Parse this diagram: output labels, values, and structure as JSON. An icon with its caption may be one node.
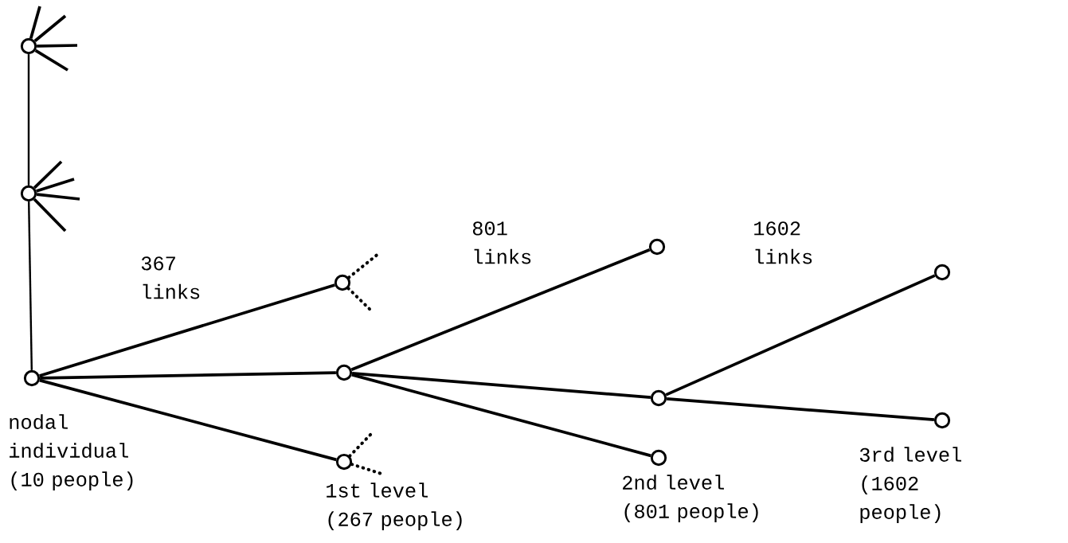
{
  "diagram": {
    "nodes": [
      {
        "text": [],
        "shape": "circle"
      },
      {
        "text": [],
        "shape": "circle"
      },
      {
        "text": [],
        "shape": "circle",
        "beside": [
          "nodal individual (10 people)"
        ]
      },
      {
        "text": [],
        "shape": "circle"
      },
      {
        "text": [],
        "shape": "circle"
      },
      {
        "text": [],
        "shape": "circle",
        "beside": [
          "1st level (267 people)"
        ]
      },
      {
        "text": [],
        "shape": "circle"
      },
      {
        "text": [],
        "shape": "circle"
      },
      {
        "text": [],
        "shape": "circle",
        "beside": [
          "2nd level (801 people)"
        ]
      },
      {
        "text": [],
        "shape": "circle"
      },
      {
        "text": [],
        "shape": "circle",
        "beside": [
          "3rd level (1602 people)"
        ]
      }
    ],
    "edges": [
      {
        "from": 2,
        "to": 1,
        "arrow": "none"
      },
      {
        "from": 1,
        "to": 0,
        "arrow": "none"
      },
      {
        "from": 2,
        "to": 3,
        "arrow": "none"
      },
      {
        "from": 2,
        "to": 4,
        "arrow": "none"
      },
      {
        "from": 2,
        "to": 5,
        "arrow": "none"
      },
      {
        "from": 4,
        "to": 6,
        "arrow": "none"
      },
      {
        "from": 4,
        "to": 7,
        "arrow": "none"
      },
      {
        "from": 4,
        "to": 8,
        "arrow": "none"
      },
      {
        "from": 7,
        "to": 9,
        "arrow": "none"
      },
      {
        "from": 7,
        "to": 10,
        "arrow": "none"
      },
      {
        "from": 0,
        "to": null,
        "arrow": "none"
      },
      {
        "from": 0,
        "to": null,
        "arrow": "none"
      },
      {
        "from": 0,
        "to": null,
        "arrow": "none"
      },
      {
        "from": 0,
        "to": null,
        "arrow": "none"
      },
      {
        "from": 1,
        "to": null,
        "arrow": "none"
      },
      {
        "from": 1,
        "to": null,
        "arrow": "none"
      },
      {
        "from": 1,
        "to": null,
        "arrow": "none"
      },
      {
        "from": 1,
        "to": null,
        "arrow": "none"
      },
      {
        "from": 3,
        "to": null,
        "arrow": "none",
        "style": "dashed"
      },
      {
        "from": 3,
        "to": null,
        "arrow": "none",
        "style": "dashed"
      },
      {
        "from": 5,
        "to": null,
        "arrow": "none",
        "style": "dashed"
      },
      {
        "from": 5,
        "to": null,
        "arrow": "none",
        "style": "dashed"
      }
    ],
    "labels": [
      "367 links",
      "801 links",
      "1602 links"
    ]
  }
}
